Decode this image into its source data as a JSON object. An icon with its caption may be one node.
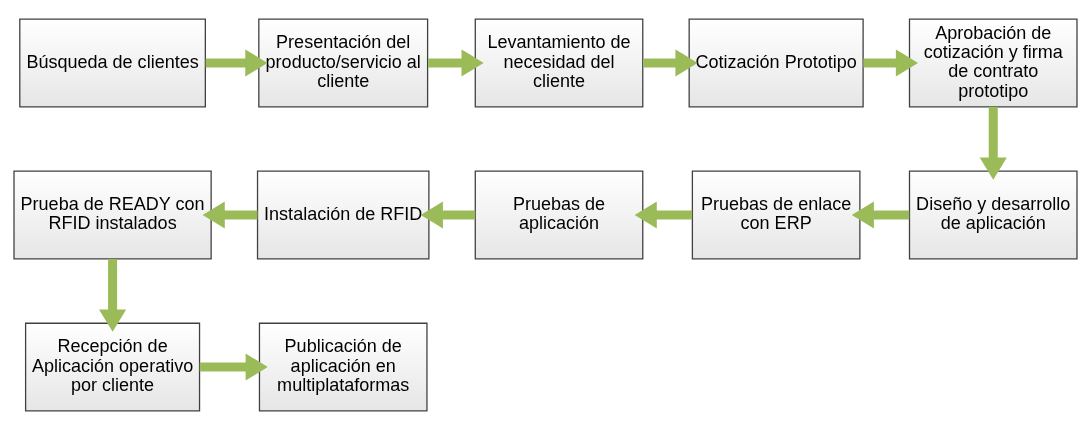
{
  "diagram": {
    "nodes": [
      {
        "text": [
          "Búsqueda de clientes"
        ]
      },
      {
        "text": [
          "Presentación del producto/servicio al cliente"
        ]
      },
      {
        "text": [
          "Levantamiento de necesidad del cliente"
        ]
      },
      {
        "text": [
          "Cotización Prototipo"
        ]
      },
      {
        "text": [
          "Aprobación de cotización y firma de contrato prototipo"
        ]
      },
      {
        "text": [
          "Diseño y desarrollo de aplicación"
        ]
      },
      {
        "text": [
          "Pruebas de enlace con ERP"
        ]
      },
      {
        "text": [
          "Pruebas de aplicación"
        ]
      },
      {
        "text": [
          "Instalación de RFID"
        ]
      },
      {
        "text": [
          "Prueba de READY con RFID instalados"
        ]
      },
      {
        "text": [
          "Recepción de Aplicación operativo por cliente"
        ]
      },
      {
        "text": [
          "Publicación de aplicación en multiplataformas"
        ]
      }
    ],
    "edges": [
      {
        "from": 0,
        "to": 1,
        "arrow": "to"
      },
      {
        "from": 1,
        "to": 2,
        "arrow": "to"
      },
      {
        "from": 2,
        "to": 3,
        "arrow": "to"
      },
      {
        "from": 3,
        "to": 4,
        "arrow": "to"
      },
      {
        "from": 4,
        "to": 5,
        "arrow": "to"
      },
      {
        "from": 5,
        "to": 6,
        "arrow": "to"
      },
      {
        "from": 6,
        "to": 7,
        "arrow": "to"
      },
      {
        "from": 7,
        "to": 8,
        "arrow": "to"
      },
      {
        "from": 8,
        "to": 9,
        "arrow": "to"
      },
      {
        "from": 9,
        "to": 10,
        "arrow": "to"
      },
      {
        "from": 10,
        "to": 11,
        "arrow": "to"
      }
    ]
  }
}
